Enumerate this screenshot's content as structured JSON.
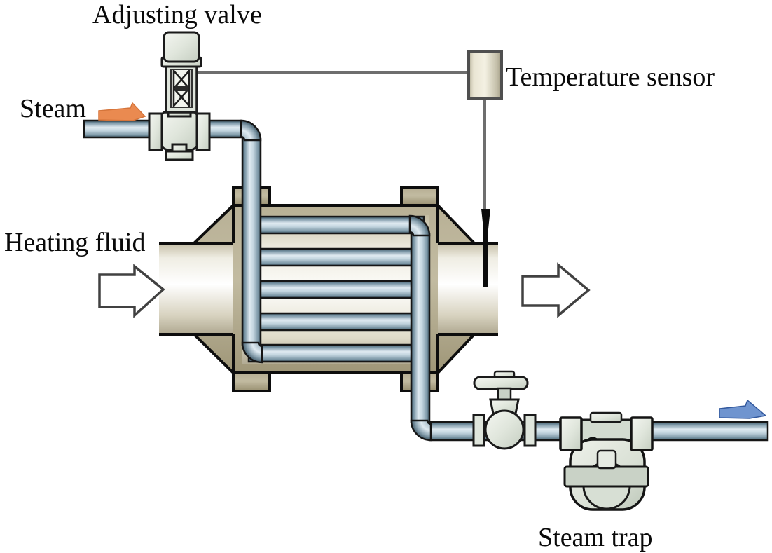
{
  "diagram": {
    "kind": "steam heating process schematic",
    "labels": {
      "adjusting_valve": "Adjusting valve",
      "steam": "Steam",
      "heating_fluid": "Heating fluid",
      "temperature_sensor": "Temperature sensor",
      "steam_trap": "Steam trap"
    },
    "components": [
      "adjusting-valve",
      "temperature-sensor",
      "shell-and-tube-heat-exchanger",
      "manual-valve",
      "steam-trap"
    ],
    "flow_arrows": [
      {
        "name": "steam-inlet-arrow",
        "color": "#ea8a50",
        "direction": "right"
      },
      {
        "name": "heating-fluid-inlet-arrow",
        "color": "#ffffff",
        "direction": "right"
      },
      {
        "name": "heating-fluid-outlet-arrow",
        "color": "#ffffff",
        "direction": "right"
      },
      {
        "name": "condensate-outlet-arrow",
        "color": "#6f94cf",
        "direction": "right"
      }
    ],
    "colors": {
      "pipe_dark": "#3e5867",
      "pipe_highlight": "#dfeaf1",
      "shell_tan": "#b6ae93",
      "component_fill": "#dee4da",
      "signal_line": "#6e6e6e",
      "outline": "#111111",
      "steam_arrow": "#ea8a50",
      "condensate_arrow": "#6f94cf",
      "background": "#ffffff"
    },
    "tube_count": 5
  }
}
